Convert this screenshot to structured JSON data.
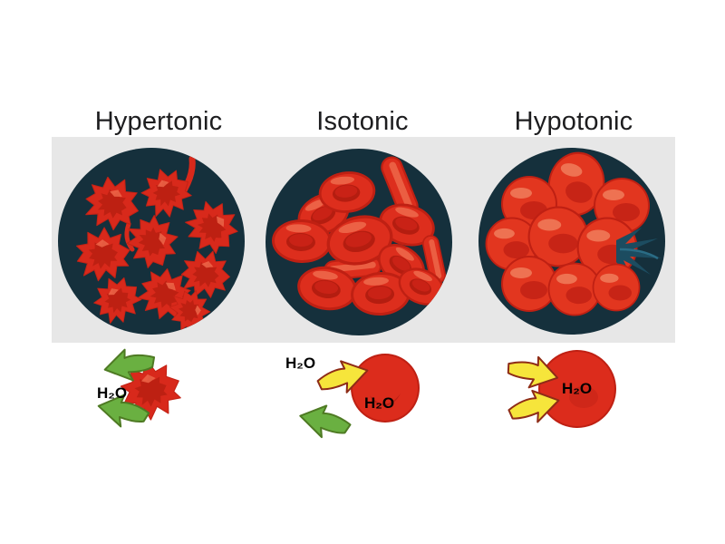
{
  "labels": {
    "hypertonic": "Hypertonic",
    "isotonic": "Isotonic",
    "hypotonic": "Hypotonic"
  },
  "water_label": "H₂O",
  "icons": {
    "water_out_arrow": "green-block-arrow-left",
    "water_in_arrow": "yellow-block-arrow-right",
    "lysis_splash": "teal-burst",
    "microscope_view": "dark-circle-field"
  },
  "colors": {
    "background": "#ffffff",
    "band": "#e7e7e7",
    "field": "#15303c",
    "cell_red": "#dd2e1d",
    "cell_rim": "#bf2013",
    "cell_dark": "#b41d10",
    "cell_highlight": "#ef6a4c",
    "arrow_in_yellow": "#f6e53b",
    "arrow_out_green": "#6ab041",
    "arrow_in_outline": "#8e2c17",
    "arrow_out_outline": "#4e7a23",
    "lysis_splash": "#1c4c60",
    "title_text": "#1d1d1f",
    "water_text": "#000000"
  }
}
